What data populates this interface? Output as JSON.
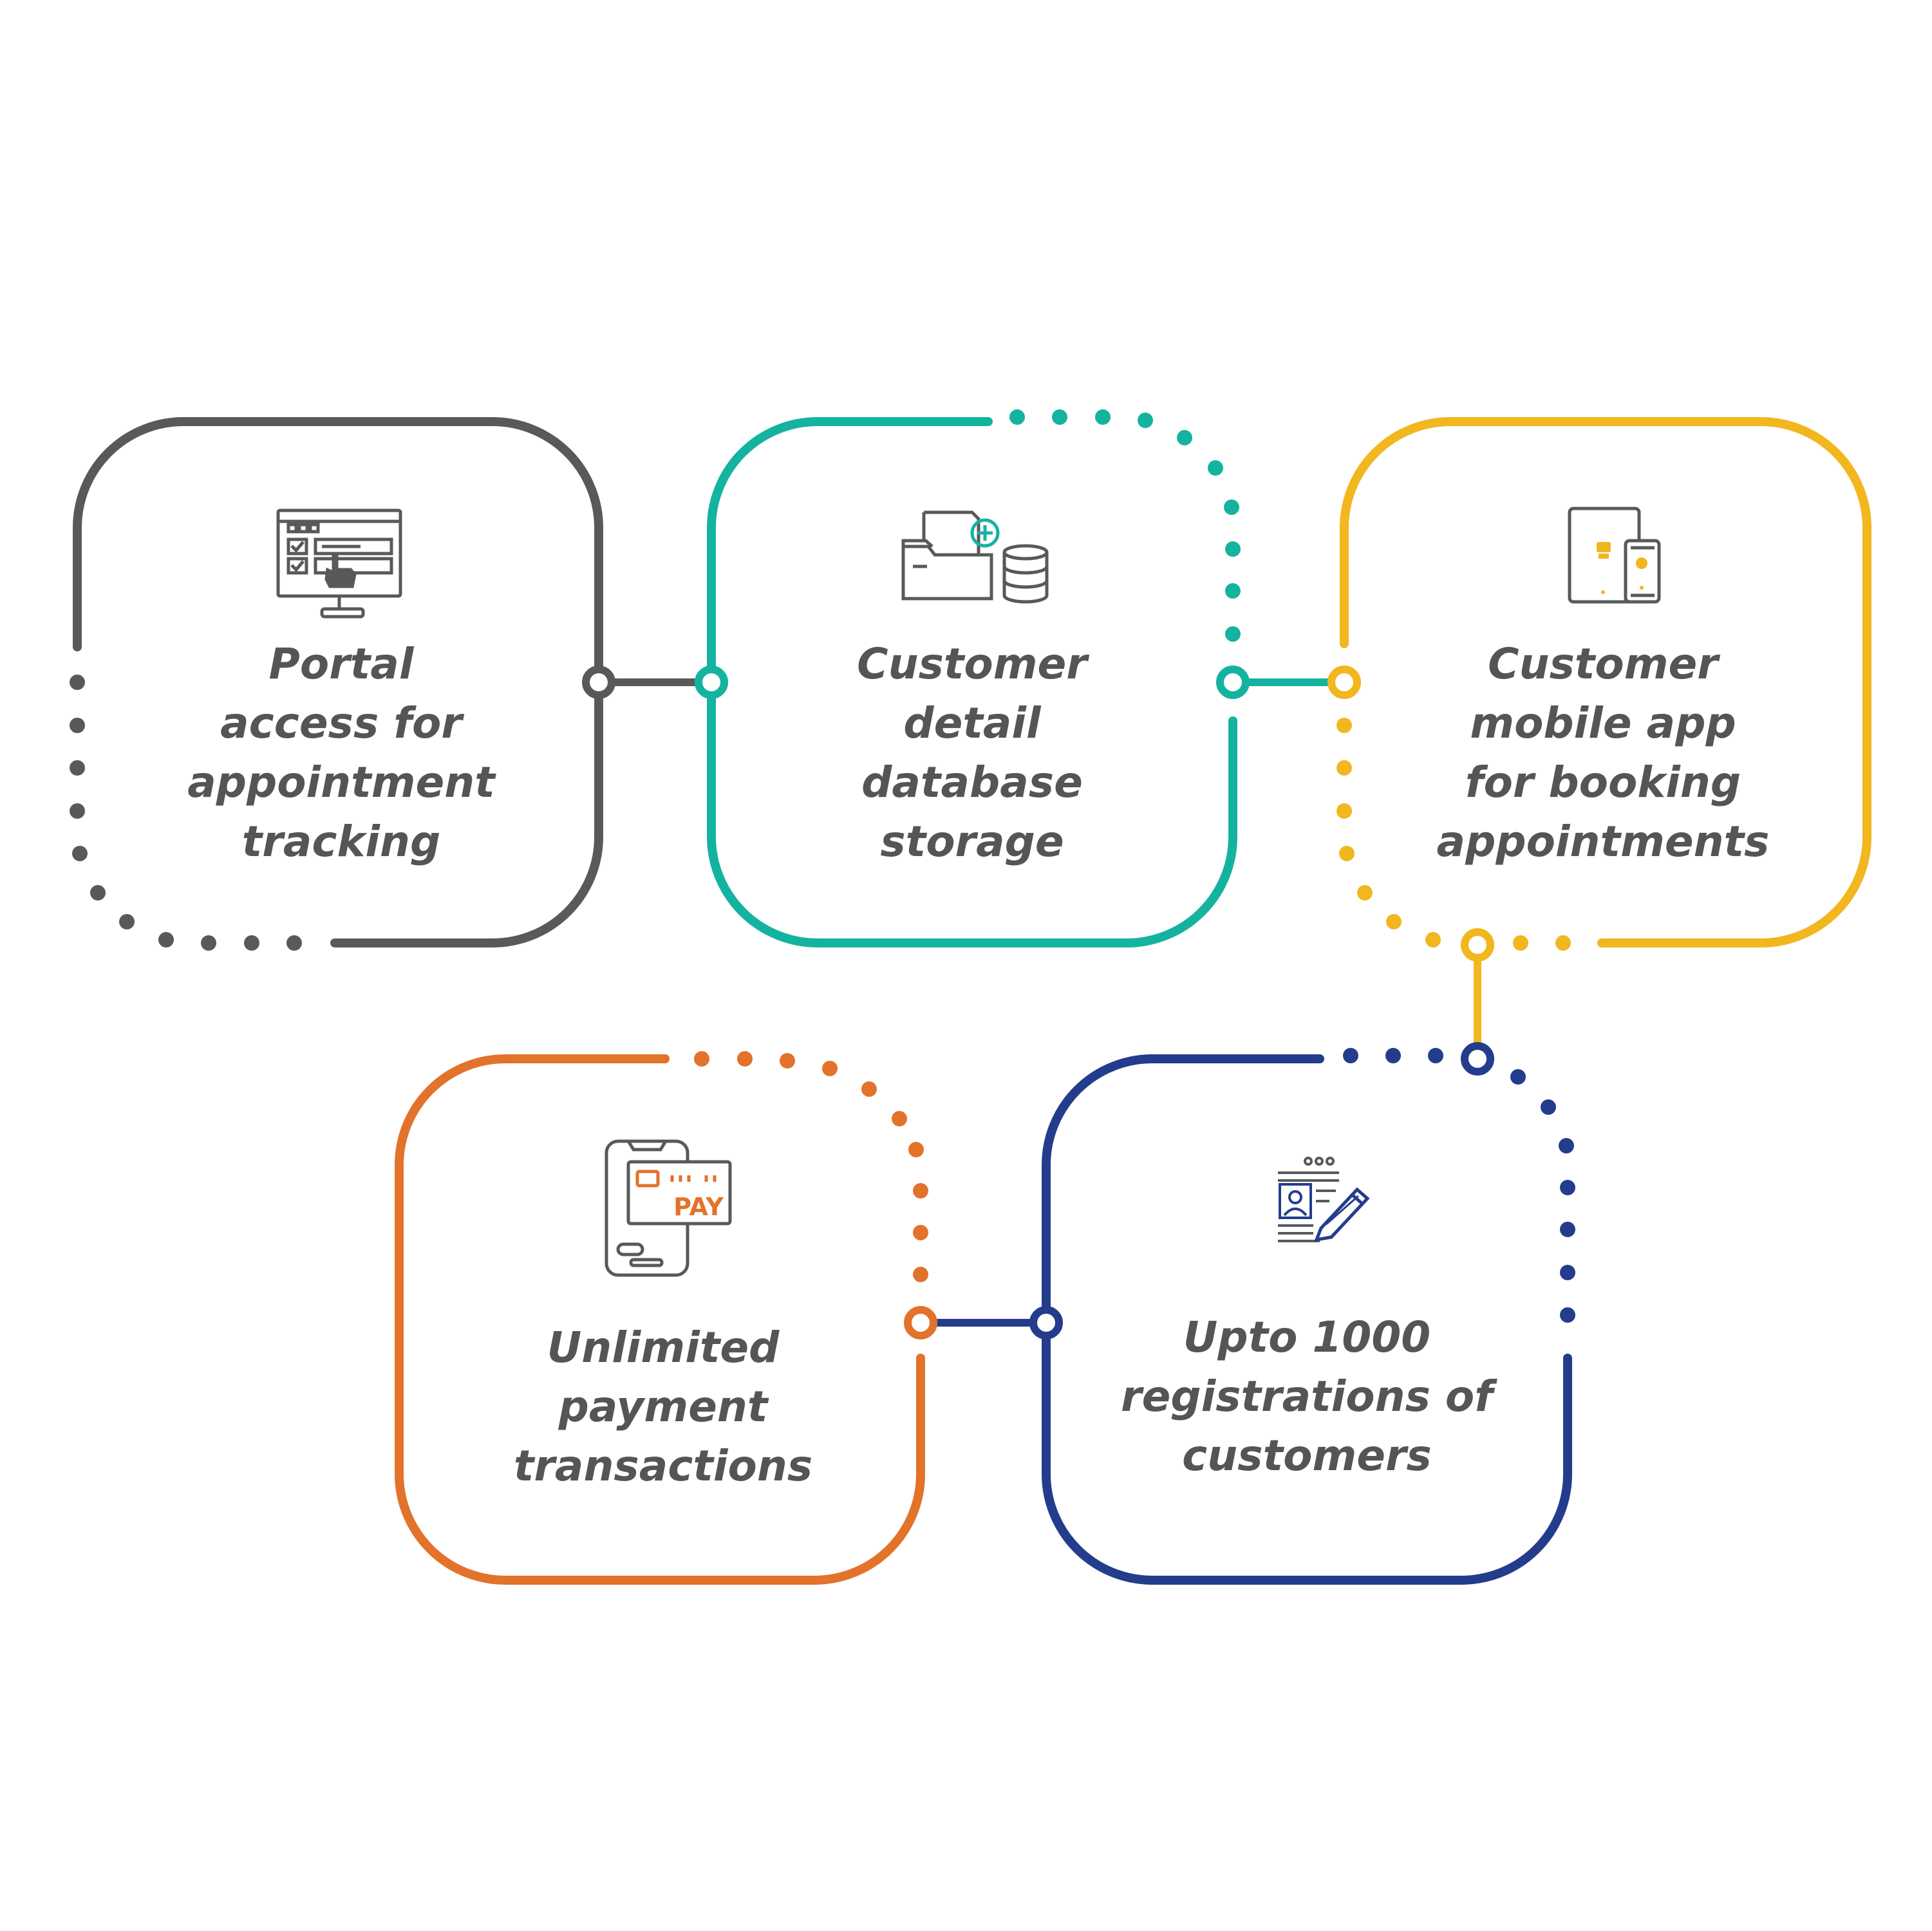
{
  "colors": {
    "gray": "#58595b",
    "teal": "#14b3a0",
    "yellow": "#f2b61f",
    "orange": "#e3722b",
    "navy": "#233d8c",
    "text": "#555555",
    "background": "#ffffff"
  },
  "cards": [
    {
      "id": "portal",
      "color": "gray",
      "icon": "monitor-click-icon",
      "lines": [
        "Portal",
        "access for",
        "appointment",
        "tracking"
      ]
    },
    {
      "id": "database",
      "color": "teal",
      "icon": "folder-database-icon",
      "lines": [
        "Customer",
        "detail",
        "database",
        "storage"
      ]
    },
    {
      "id": "mobile-app",
      "color": "yellow",
      "icon": "tablet-phone-icon",
      "lines": [
        "Customer",
        "mobile app",
        "for booking",
        "appointments"
      ]
    },
    {
      "id": "payment",
      "color": "orange",
      "icon": "phone-card-pay-icon",
      "icon_text": "PAY",
      "lines": [
        "Unlimited",
        "payment",
        "transactions"
      ]
    },
    {
      "id": "registrations",
      "color": "navy",
      "icon": "registration-form-pencil-icon",
      "lines": [
        "Upto 1000",
        "registrations of",
        "customers"
      ]
    }
  ]
}
